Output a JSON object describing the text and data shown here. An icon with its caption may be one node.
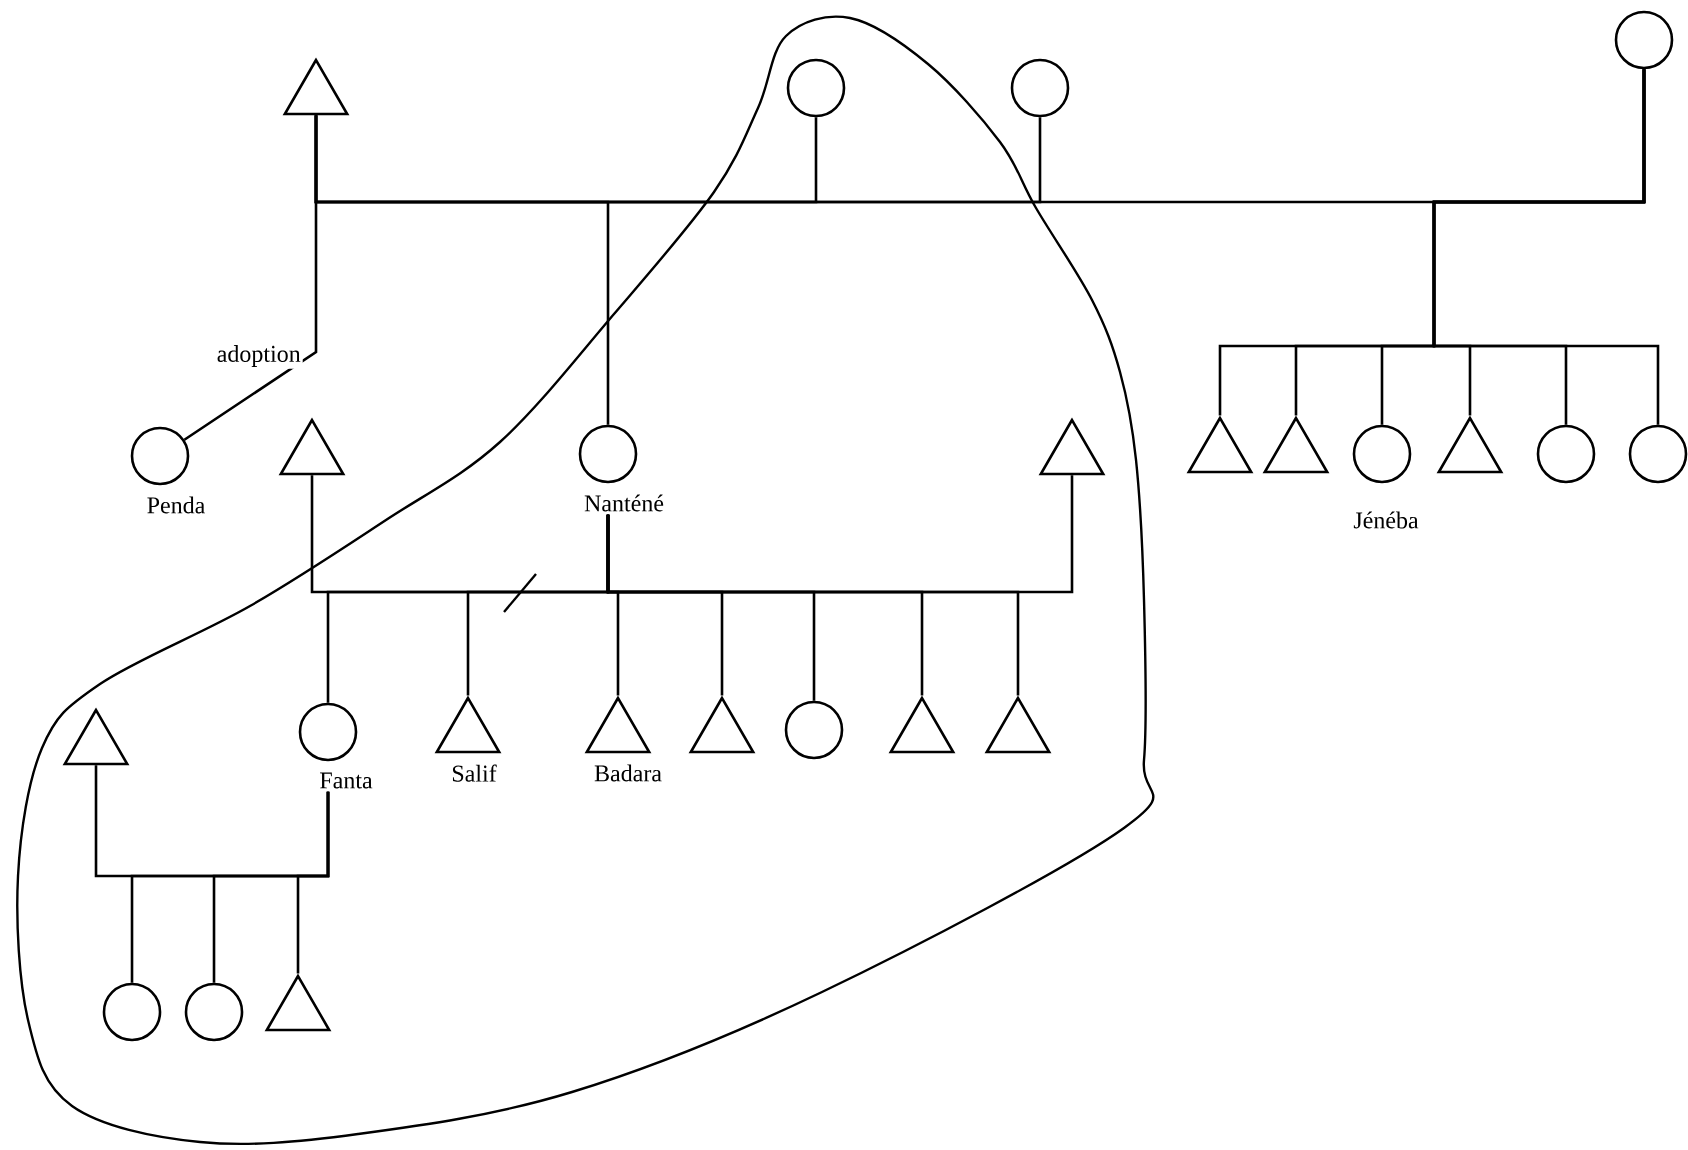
{
  "diagram": {
    "nodes": [
      {
        "text": [],
        "shape": "triangle"
      },
      {
        "text": [],
        "shape": "circle"
      },
      {
        "text": [],
        "shape": "circle"
      },
      {
        "text": [],
        "shape": "circle"
      },
      {
        "text": [
          "Penda"
        ]
      },
      {
        "text": [],
        "shape": "triangle"
      },
      {
        "text": [
          "Nanténé"
        ]
      },
      {
        "text": [],
        "shape": "triangle"
      },
      {
        "text": [],
        "shape": "triangle"
      },
      {
        "text": [],
        "shape": "triangle"
      },
      {
        "text": [],
        "shape": "circle"
      },
      {
        "text": [],
        "shape": "triangle"
      },
      {
        "text": [],
        "shape": "circle"
      },
      {
        "text": [],
        "shape": "circle"
      },
      {
        "text": [],
        "shape": "triangle"
      },
      {
        "text": [
          "Fanta"
        ]
      },
      {
        "text": [
          "Salif"
        ]
      },
      {
        "text": [
          "Badara"
        ]
      },
      {
        "text": [],
        "shape": "triangle"
      },
      {
        "text": [],
        "shape": "circle"
      },
      {
        "text": [],
        "shape": "triangle"
      },
      {
        "text": [],
        "shape": "triangle"
      },
      {
        "text": [],
        "shape": "circle"
      },
      {
        "text": [],
        "shape": "circle"
      },
      {
        "text": [],
        "shape": "triangle"
      }
    ],
    "edges": [
      {
        "from": 0,
        "to": 1,
        "arrow": "none"
      },
      {
        "from": 0,
        "to": 2,
        "arrow": "none"
      },
      {
        "from": 0,
        "to": 3,
        "arrow": "none"
      },
      {
        "from": 0,
        "to": 4,
        "arrow": "none",
        "label": "adoption"
      },
      {
        "from": 0,
        "to": 6,
        "arrow": "none"
      },
      {
        "from": 3,
        "to": 8,
        "arrow": "none"
      },
      {
        "from": 3,
        "to": 9,
        "arrow": "none"
      },
      {
        "from": 3,
        "to": 10,
        "arrow": "none"
      },
      {
        "from": 3,
        "to": 11,
        "arrow": "none"
      },
      {
        "from": 3,
        "to": 12,
        "arrow": "none"
      },
      {
        "from": 3,
        "to": 13,
        "arrow": "none"
      },
      {
        "from": 5,
        "to": 6,
        "arrow": "none"
      },
      {
        "from": 7,
        "to": 6,
        "arrow": "none"
      },
      {
        "from": 6,
        "to": 15,
        "arrow": "none"
      },
      {
        "from": 6,
        "to": 16,
        "arrow": "none"
      },
      {
        "from": 6,
        "to": 17,
        "arrow": "none"
      },
      {
        "from": 6,
        "to": 18,
        "arrow": "none"
      },
      {
        "from": 6,
        "to": 19,
        "arrow": "none"
      },
      {
        "from": 6,
        "to": 20,
        "arrow": "none"
      },
      {
        "from": 6,
        "to": 21,
        "arrow": "none"
      },
      {
        "from": 14,
        "to": 15,
        "arrow": "none"
      },
      {
        "from": 15,
        "to": 22,
        "arrow": "none"
      },
      {
        "from": 15,
        "to": 23,
        "arrow": "none"
      },
      {
        "from": 15,
        "to": 24,
        "arrow": "none"
      }
    ],
    "labels": [
      "Jénéba"
    ]
  }
}
